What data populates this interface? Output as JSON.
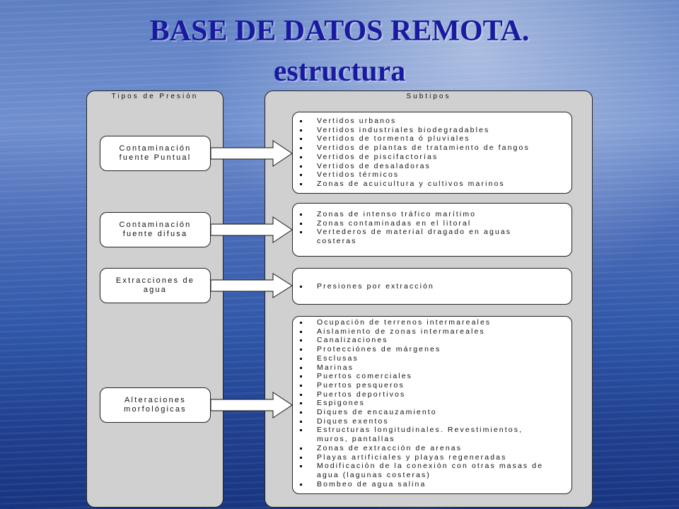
{
  "title": {
    "line1": "BASE DE DATOS REMOTA.",
    "line2": "estructura"
  },
  "left_panel": {
    "header": "Tipos de Presión"
  },
  "right_panel": {
    "header": "Subtipos"
  },
  "categories": [
    {
      "label_lines": [
        "Contaminación",
        "fuente Puntual"
      ],
      "subtypes": [
        "Vertidos urbanos",
        "Vertidos industriales biodegradables",
        "Vertidos de tormenta ó pluviales",
        "Vertidos de plantas de tratamiento de fangos",
        "Vertidos de piscifactorías",
        "Vertidos de desaladoras",
        "Vertidos térmicos",
        "Zonas de acuicultura y cultivos marinos"
      ]
    },
    {
      "label_lines": [
        "Contaminación",
        "fuente difusa"
      ],
      "subtypes": [
        "Zonas de intenso tráfico marítimo",
        "Zonas contaminadas en el litoral",
        "Vertederos de material dragado en aguas costeras"
      ]
    },
    {
      "label_lines": [
        "Extracciones de",
        "agua"
      ],
      "subtypes": [
        "Presiones por extracción"
      ]
    },
    {
      "label_lines": [
        "Alteraciones",
        "morfológicas"
      ],
      "subtypes": [
        "Ocupación de terrenos intermareales",
        "Aislamiento de zonas intermareales",
        "Canalizaciones",
        "Protecciónes de márgenes",
        "Esclusas",
        "Marinas",
        "Puertos comerciales",
        "Puertos pesqueros",
        "Puertos deportivos",
        "Espigones",
        "Diques de encauzamiento",
        "Diques exentos",
        "Estructuras longitudinales. Revestimientos, muros, pantallas",
        "Zonas de extracción de arenas",
        "Playas artificiales y playas regeneradas",
        "Modificación de la conexión con otras masas de agua (lagunas costeras)",
        "Bombeo de agua salina"
      ]
    }
  ]
}
